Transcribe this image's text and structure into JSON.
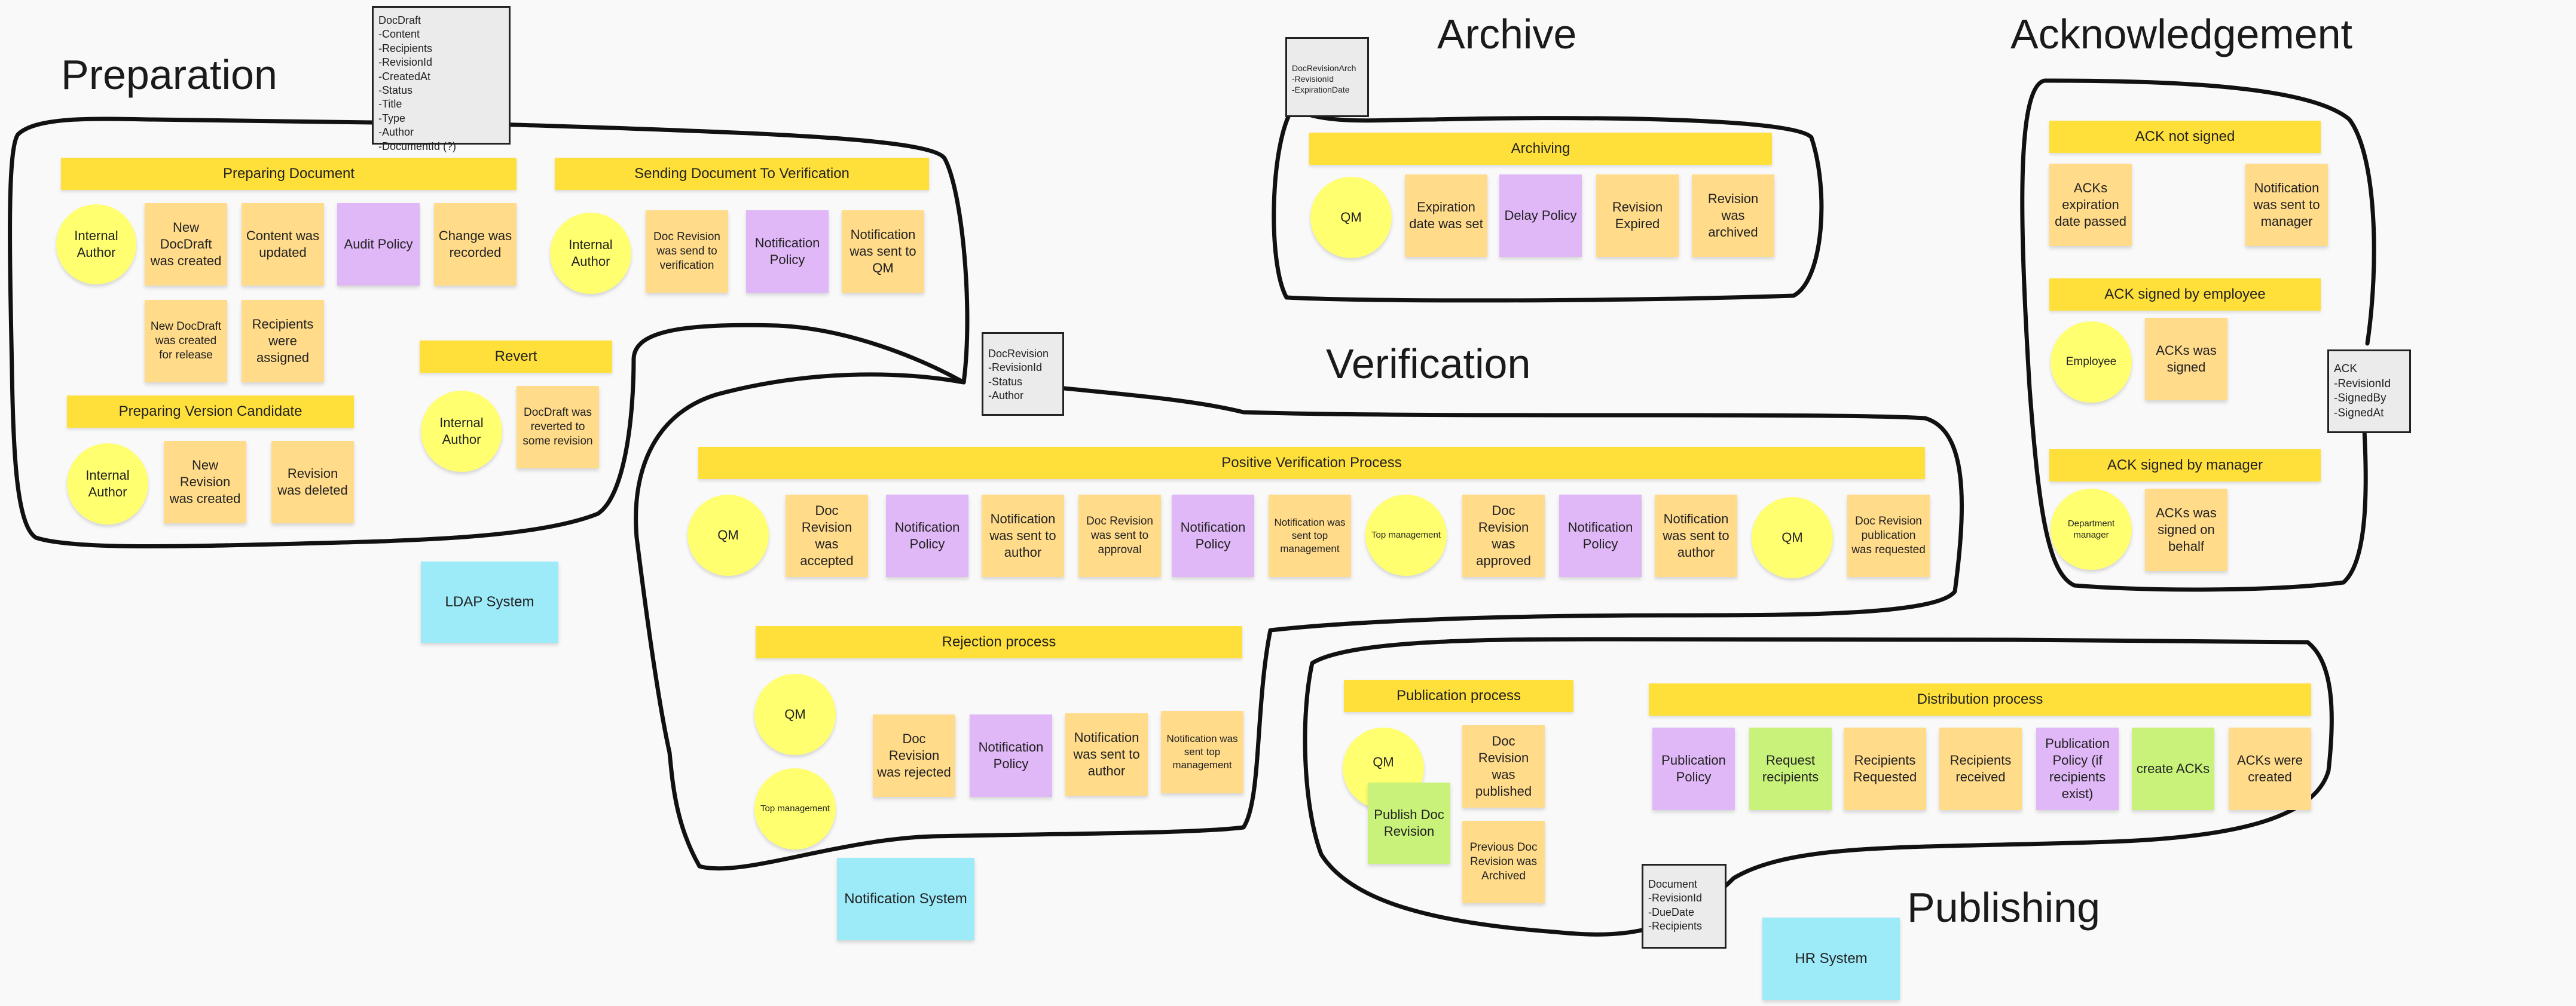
{
  "titles": {
    "preparation": "Preparation",
    "archive": "Archive",
    "acknowledgement": "Acknowledgement",
    "verification": "Verification",
    "publishing": "Publishing"
  },
  "entities": {
    "docdraft": [
      "DocDraft",
      "-Content",
      "-Recipients",
      "-RevisionId",
      "-CreatedAt",
      "-Status",
      "-Title",
      "-Type",
      "-Author",
      "-DocumentId (?)"
    ],
    "docrevisionarch": [
      "DocRevisionArch",
      "-RevisionId",
      "-ExpirationDate"
    ],
    "docrevision": [
      "DocRevision",
      "-RevisionId",
      "-Status",
      "-Author"
    ],
    "ack": [
      "ACK",
      "-RevisionId",
      "-SignedBy",
      "-SignedAt"
    ],
    "document": [
      "Document",
      "-RevisionId",
      "-DueDate",
      "-Recipients"
    ]
  },
  "preparation": {
    "preparing_document": {
      "label": "Preparing Document",
      "actor": "Internal Author",
      "notes": [
        "New DocDraft was created",
        "Content was updated",
        "Audit Policy",
        "Change was recorded",
        "New DocDraft was created for release",
        "Recipients were assigned"
      ]
    },
    "sending_to_verification": {
      "label": "Sending Document To Verification",
      "actor": "Internal Author",
      "notes": [
        "Doc Revision was send to verification",
        "Notification Policy",
        "Notification was sent to QM"
      ]
    },
    "revert": {
      "label": "Revert",
      "actor": "Internal Author",
      "notes": [
        "DocDraft was reverted to some revision"
      ]
    },
    "preparing_version_candidate": {
      "label": "Preparing Version Candidate",
      "actor": "Internal Author",
      "notes": [
        "New Revision was created",
        "Revision was deleted"
      ]
    }
  },
  "archive": {
    "archiving": {
      "label": "Archiving",
      "actor": "QM",
      "notes": [
        "Expiration date was set",
        "Delay Policy",
        "Revision Expired",
        "Revision was archived"
      ]
    }
  },
  "acknowledgement": {
    "ack_not_signed": {
      "label": "ACK not signed",
      "notes": [
        "ACKs expiration date passed",
        "Notification was sent to manager"
      ]
    },
    "ack_signed_by_employee": {
      "label": "ACK signed by employee",
      "actor": "Employee",
      "notes": [
        "ACKs was signed"
      ]
    },
    "ack_signed_by_manager": {
      "label": "ACK signed by manager",
      "actor": "Department manager",
      "notes": [
        "ACKs was signed on behalf"
      ]
    }
  },
  "verification": {
    "positive_process": {
      "label": "Positive Verification Process",
      "actors": [
        "QM",
        "Top management",
        "QM"
      ],
      "notes": [
        "Doc Revision was accepted",
        "Notification Policy",
        "Notification was sent to author",
        "Doc Revision was sent to approval",
        "Notification Policy",
        "Notification was sent top management",
        "Doc Revision was approved",
        "Notification Policy",
        "Notification was sent to author",
        "Doc Revision publication was requested"
      ]
    },
    "rejection_process": {
      "label": "Rejection process",
      "actors": [
        "QM",
        "Top management"
      ],
      "notes": [
        "Doc Revision was rejected",
        "Notification Policy",
        "Notification was sent to author",
        "Notification was sent top management"
      ]
    }
  },
  "publishing": {
    "publication_process": {
      "label": "Publication process",
      "actor": "QM",
      "command": "Publish Doc Revision",
      "notes": [
        "Doc Revision was published",
        "Previous Doc Revision was Archived"
      ]
    },
    "distribution_process": {
      "label": "Distribution process",
      "notes": [
        "Publication Policy",
        "Request recipients",
        "Recipients Requested",
        "Recipients received",
        "Publication Policy (if recipients exist)",
        "create ACKs",
        "ACKs were created"
      ]
    }
  },
  "systems": {
    "ldap": "LDAP System",
    "notification": "Notification System",
    "hr": "HR System"
  },
  "colors": {
    "banner": "#ffe03a",
    "event": "#ffdb8a",
    "policy": "#e0b7f7",
    "command": "#c8f27a",
    "external_system": "#9deaf9",
    "actor": "#ffff70",
    "entity": "#ebebeb"
  }
}
